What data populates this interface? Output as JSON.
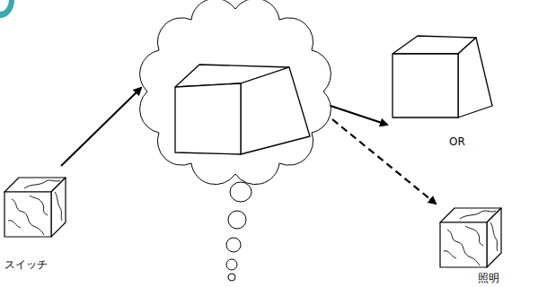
{
  "diagram": {
    "nodes": [
      {
        "text": [
          "スイッチ"
        ]
      },
      {
        "text": [
          "照明"
        ]
      }
    ],
    "labels": [
      "OR"
    ]
  }
}
